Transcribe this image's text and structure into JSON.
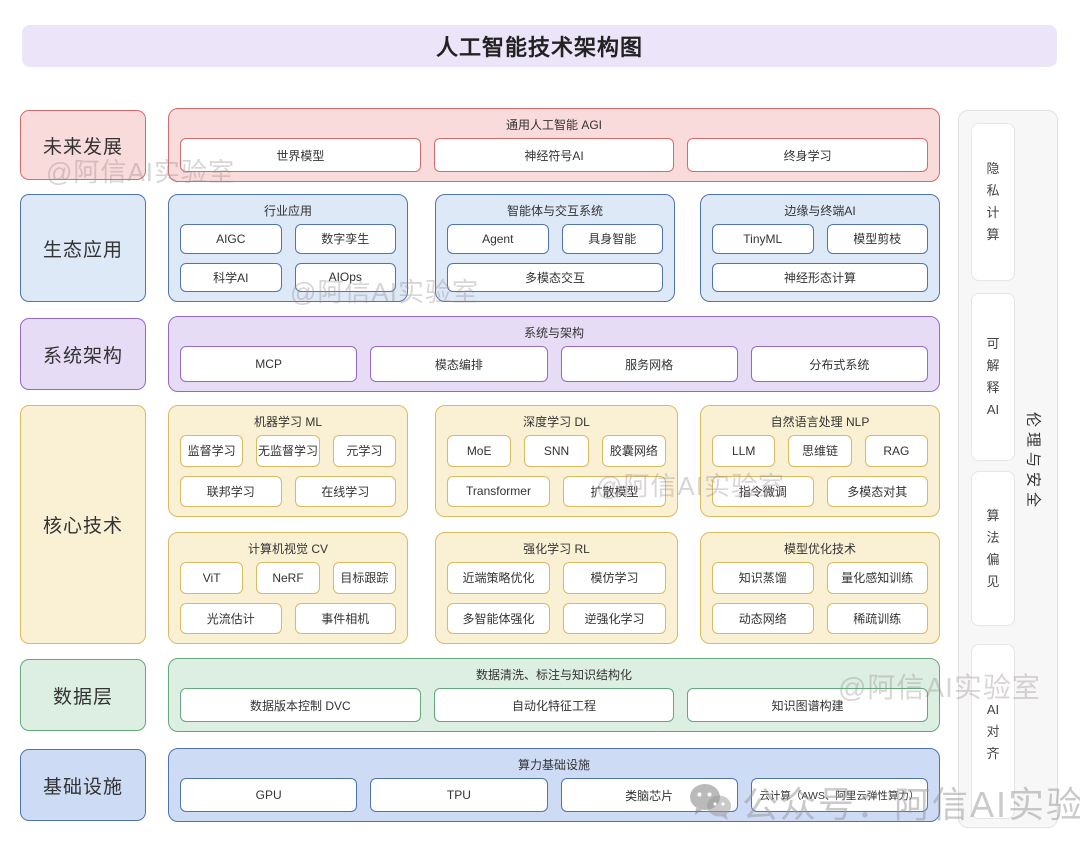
{
  "title": "人工智能技术架构图",
  "rows": [
    {
      "label": "未来发展",
      "theme": "red",
      "groups": [
        {
          "header": "通用人工智能 AGI",
          "rows": [
            [
              "世界模型",
              "神经符号AI",
              "终身学习"
            ]
          ]
        }
      ]
    },
    {
      "label": "生态应用",
      "theme": "blue",
      "groups": [
        {
          "header": "行业应用",
          "rows": [
            [
              "AIGC",
              "数字孪生"
            ],
            [
              "科学AI",
              "AIOps"
            ]
          ]
        },
        {
          "header": "智能体与交互系统",
          "rows": [
            [
              "Agent",
              "具身智能"
            ],
            [
              "多模态交互"
            ]
          ]
        },
        {
          "header": "边缘与终端AI",
          "rows": [
            [
              "TinyML",
              "模型剪枝"
            ],
            [
              "神经形态计算"
            ]
          ]
        }
      ]
    },
    {
      "label": "系统架构",
      "theme": "purple",
      "groups": [
        {
          "header": "系统与架构",
          "rows": [
            [
              "MCP",
              "模态编排",
              "服务网格",
              "分布式系统"
            ]
          ]
        }
      ]
    },
    {
      "label": "核心技术",
      "theme": "yellow",
      "groups": [
        {
          "header": "机器学习 ML",
          "rows": [
            [
              "监督学习",
              "无监督学习",
              "元学习"
            ],
            [
              "联邦学习",
              "在线学习"
            ]
          ]
        },
        {
          "header": "深度学习 DL",
          "rows": [
            [
              "MoE",
              "SNN",
              "胶囊网络"
            ],
            [
              "Transformer",
              "扩散模型"
            ]
          ]
        },
        {
          "header": "自然语言处理 NLP",
          "rows": [
            [
              "LLM",
              "思维链",
              "RAG"
            ],
            [
              "指令微调",
              "多模态对其"
            ]
          ]
        },
        {
          "header": "计算机视觉 CV",
          "rows": [
            [
              "ViT",
              "NeRF",
              "目标跟踪"
            ],
            [
              "光流估计",
              "事件相机"
            ]
          ]
        },
        {
          "header": "强化学习 RL",
          "rows": [
            [
              "近端策略优化",
              "模仿学习"
            ],
            [
              "多智能体强化",
              "逆强化学习"
            ]
          ]
        },
        {
          "header": "模型优化技术",
          "rows": [
            [
              "知识蒸馏",
              "量化感知训练"
            ],
            [
              "动态网络",
              "稀疏训练"
            ]
          ]
        }
      ]
    },
    {
      "label": "数据层",
      "theme": "green",
      "groups": [
        {
          "header": "数据清洗、标注与知识结构化",
          "rows": [
            [
              "数据版本控制 DVC",
              "自动化特征工程",
              "知识图谱构建"
            ]
          ]
        }
      ]
    },
    {
      "label": "基础设施",
      "theme": "blue2",
      "groups": [
        {
          "header": "算力基础设施",
          "rows": [
            [
              "GPU",
              "TPU",
              "类脑芯片",
              "云计算（AWS、阿里云弹性算力）"
            ]
          ]
        }
      ]
    }
  ],
  "ethics": {
    "label": "伦理与安全",
    "items": [
      "隐私计算",
      "可解释AI",
      "算法偏见",
      "AI对齐"
    ]
  },
  "watermarks": {
    "handle": "@阿信AI实验室",
    "account": "公众号：阿信AI实验室"
  },
  "colors": {
    "title_bg": "#ece5f9",
    "themes": {
      "red": {
        "border": "#d96a6a",
        "bg": "#fadbdb"
      },
      "blue": {
        "border": "#4e74b7",
        "bg": "#dee9f8"
      },
      "purple": {
        "border": "#9668ce",
        "bg": "#e6dcf6"
      },
      "yellow": {
        "border": "#dcba62",
        "bg": "#faf1d4"
      },
      "green": {
        "border": "#63a87a",
        "bg": "#ddefe3"
      },
      "blue2": {
        "border": "#4e74b7",
        "bg": "#cedbf5"
      },
      "gray": {
        "border": "#e2e2e2",
        "bg": "#f7f7f7"
      }
    }
  }
}
